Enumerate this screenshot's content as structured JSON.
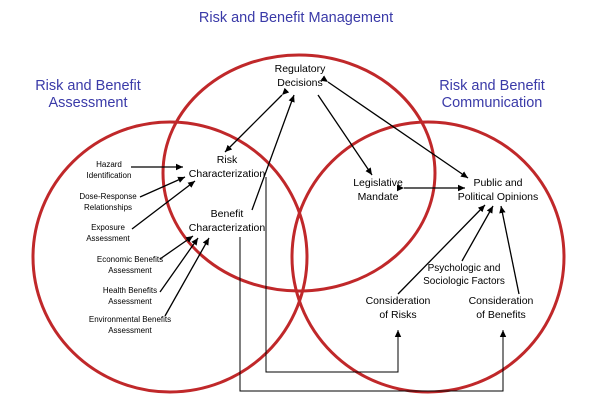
{
  "headings": {
    "management": "Risk and Benefit Management",
    "assessment": [
      "Risk and Benefit",
      "Assessment"
    ],
    "communication": [
      "Risk and Benefit",
      "Communication"
    ]
  },
  "nodes": {
    "regulatory_decisions": [
      "Regulatory",
      "Decisions"
    ],
    "risk_characterization": [
      "Risk",
      "Characterization"
    ],
    "benefit_characterization": [
      "Benefit",
      "Characterization"
    ],
    "legislative_mandate": [
      "Legislative",
      "Mandate"
    ],
    "public_opinions": [
      "Public and",
      "Political Opinions"
    ],
    "psychologic_factors": [
      "Psychologic and",
      "Sociologic Factors"
    ],
    "consideration_risks": [
      "Consideration",
      "of Risks"
    ],
    "consideration_benefits": [
      "Consideration",
      "of Benefits"
    ]
  },
  "inputs": {
    "hazard_identification": [
      "Hazard",
      "Identification"
    ],
    "dose_response": [
      "Dose-Response",
      "Relationships"
    ],
    "exposure_assessment": [
      "Exposure",
      "Assessment"
    ],
    "economic_benefits": [
      "Economic Benefits",
      "Assessment"
    ],
    "health_benefits": [
      "Health Benefits",
      "Assessment"
    ],
    "environmental_benefits": [
      "Environmental Benefits",
      "Assessment"
    ]
  },
  "colors": {
    "circle": "#c0282a",
    "heading": "#3a3aa8",
    "text": "#000000"
  }
}
